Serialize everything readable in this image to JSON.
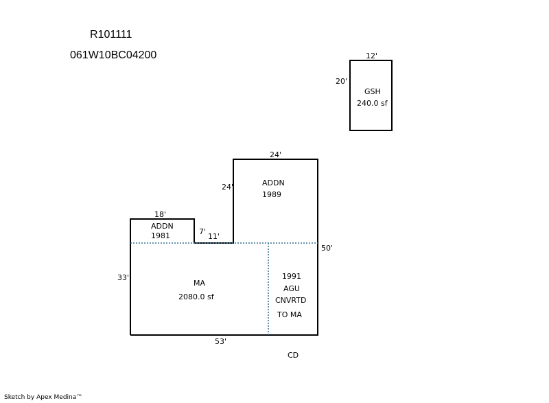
{
  "header": {
    "account": "R101111",
    "parcel": "061W10BC04200"
  },
  "garage_shed": {
    "label": "GSH",
    "area": "240.0 sf",
    "dim_width": "12'",
    "dim_height": "20'"
  },
  "addn_1989": {
    "label": "ADDN",
    "year": "1989",
    "dim_top": "24'",
    "dim_left": "24'"
  },
  "addn_1981": {
    "label": "ADDN",
    "year": "1981",
    "dim_top": "18'",
    "dim_step_vertical": "7'",
    "dim_step_horizontal": "11'"
  },
  "main_area": {
    "label": "MA",
    "area": "2080.0 sf",
    "dim_left": "33'",
    "dim_bottom": "53'",
    "dim_right": "50'"
  },
  "converted": {
    "year": "1991",
    "line2": "AGU",
    "line3": "CNVRTD",
    "line4": "TO MA"
  },
  "cd_label": "CD",
  "footer": "Sketch by Apex Medina™",
  "colors": {
    "wall": "#000000",
    "dotted_divider": "#2f6f8f"
  }
}
